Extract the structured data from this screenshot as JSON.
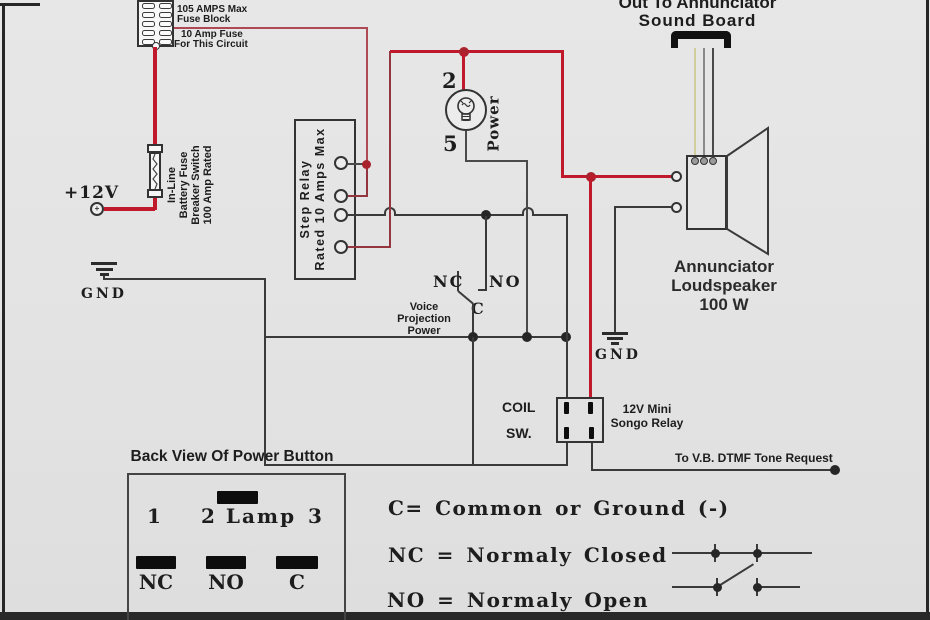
{
  "palette": {
    "background": "#e3e3e3",
    "wire_black": "#3a3a3a",
    "wire_red": "#c0192b",
    "wire_thin_red": "#ad4a55",
    "wire_maroon": "#94363f",
    "border": "#262626"
  },
  "fuse_block": {
    "line1": "105 AMPS Max",
    "line2": "Fuse Block",
    "line3": "10 Amp Fuse",
    "line4": "For This Circuit"
  },
  "battery_fuse": {
    "label": "In-Line\nBattery Fuse\nBreaker Switch\n100 Amp Rated"
  },
  "supply": {
    "label": "+12V",
    "terminal_plus": "+"
  },
  "step_relay": {
    "label": "Step Relay\nRated 10 Amps Max"
  },
  "lamp": {
    "pin_top": "2",
    "pin_bottom": "5",
    "label": "Power"
  },
  "ground_left": {
    "label": "GND"
  },
  "ground_right": {
    "label": "GND"
  },
  "sound_board": {
    "title1": "Out To Annunciator",
    "title2": "Sound Board"
  },
  "speaker": {
    "label": "Annunciator\nLoudspeaker\n100 W"
  },
  "pushbutton_switch": {
    "nc": "NC",
    "no": "NO",
    "c": "C",
    "label": "Voice Projection\nPower"
  },
  "mini_relay": {
    "coil": "COIL",
    "sw": "SW.",
    "label": "12V Mini\nSongo Relay"
  },
  "dtmf": {
    "label": "To V.B. DTMF Tone Request"
  },
  "power_button": {
    "title": "Back View Of Power Button",
    "pins_top": [
      "1",
      "2 Lamp",
      "3"
    ],
    "pins_bottom": [
      "NC",
      "NO",
      "C"
    ]
  },
  "legend": {
    "c": "C= Common or Ground (-)",
    "nc": "NC = Normaly Closed",
    "no": "NO = Normaly Open"
  }
}
